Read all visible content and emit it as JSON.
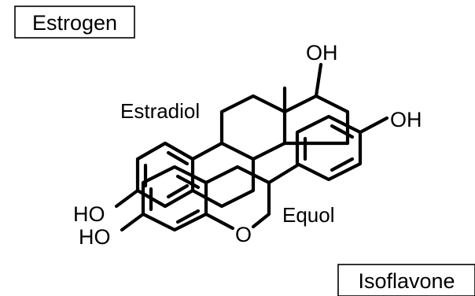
{
  "labels": {
    "estrogen": "Estrogen",
    "isoflavone": "Isoflavone",
    "estradiol": "Estradiol",
    "equol": "Equol"
  },
  "atoms": {
    "oh_top": "OH",
    "oh_right": "OH",
    "ho_left_upper": "HO",
    "ho_left_lower": "HO",
    "oxygen": "O"
  },
  "colors": {
    "ink": "#000000",
    "background": "#ffffff"
  }
}
